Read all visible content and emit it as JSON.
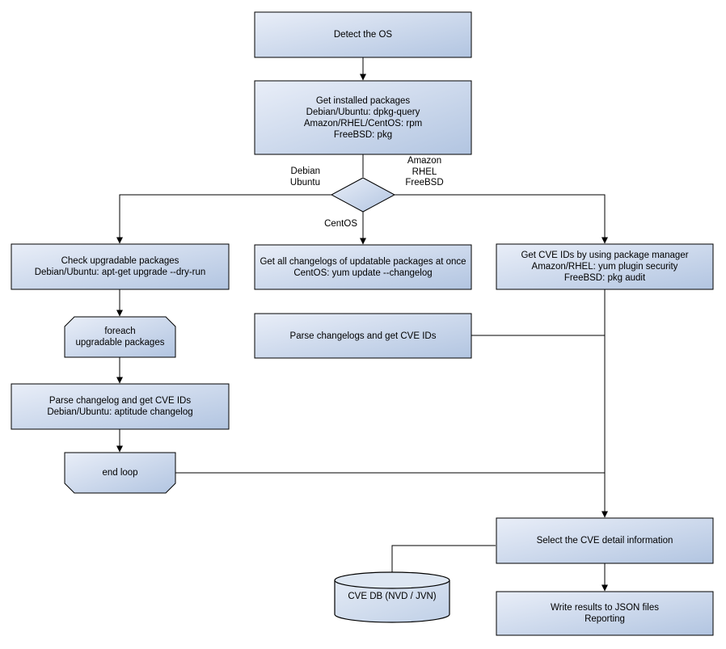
{
  "diagram_type": "flowchart",
  "colors": {
    "node_fill_light": "#e9eef8",
    "node_fill_dark": "#b2c5e1",
    "node_border": "#000000",
    "edge_line": "#000000",
    "background": "#ffffff",
    "text": "#000000"
  },
  "nodes": {
    "detect_os": {
      "lines": [
        "Detect the OS"
      ]
    },
    "get_installed_packages": {
      "lines": [
        "Get installed packages",
        "Debian/Ubuntu: dpkg-query",
        "Amazon/RHEL/CentOS: rpm",
        "FreeBSD: pkg"
      ]
    },
    "os_decision": {
      "shape": "diamond",
      "lines": []
    },
    "check_upgradable_packages": {
      "lines": [
        "Check upgradable packages",
        "Debian/Ubuntu: apt-get upgrade --dry-run"
      ]
    },
    "foreach_loop_start": {
      "shape": "loop-start",
      "lines": [
        "foreach",
        "upgradable packages"
      ]
    },
    "parse_changelog_debian": {
      "lines": [
        "Parse changelog and get CVE IDs",
        "Debian/Ubuntu: aptitude changelog"
      ]
    },
    "end_loop": {
      "shape": "loop-end",
      "lines": [
        "end loop"
      ]
    },
    "get_all_changelogs": {
      "lines": [
        "Get all changelogs of updatable packages at once",
        "CentOS: yum update --changelog"
      ]
    },
    "parse_changelogs_centos": {
      "lines": [
        "Parse changelogs and get CVE IDs"
      ]
    },
    "get_cve_ids_pkg_manager": {
      "lines": [
        "Get CVE IDs by using package manager",
        "Amazon/RHEL: yum plugin security",
        "FreeBSD: pkg audit"
      ]
    },
    "select_cve_detail": {
      "lines": [
        "Select the CVE detail information"
      ]
    },
    "write_results": {
      "lines": [
        "Write results to JSON files",
        "Reporting"
      ]
    },
    "cve_db": {
      "shape": "database-cylinder",
      "lines": [
        "CVE DB (NVD / JVN)"
      ]
    }
  },
  "edge_labels": {
    "debian_ubuntu": {
      "lines": [
        "Debian",
        "Ubuntu"
      ]
    },
    "amazon_rhel_freebsd": {
      "lines": [
        "Amazon",
        "RHEL",
        "FreeBSD"
      ]
    },
    "centos": {
      "lines": [
        "CentOS"
      ]
    }
  }
}
